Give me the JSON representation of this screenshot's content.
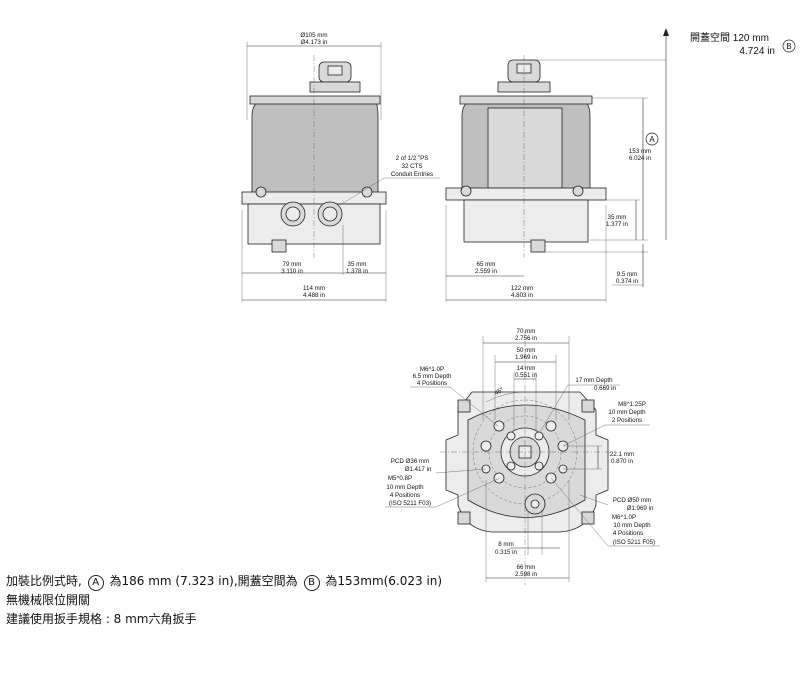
{
  "side_view": {
    "dia_mm": "Ø105 mm",
    "dia_in": "Ø4.173 in",
    "conduit_1": "2 of 1/2 \"PS",
    "conduit_2": "32 CTS",
    "conduit_3": "Conduit Entries",
    "w79_mm": "79 mm",
    "w79_in": "3.110 in",
    "w35_mm": "35 mm",
    "w35_in": "1.378 in",
    "w114_mm": "114 mm",
    "w114_in": "4.488 in"
  },
  "front_view": {
    "clearance_label": "開蓋空間 120 mm",
    "clearance_in": "4.724 in",
    "clearance_marker": "B",
    "height_marker": "A",
    "h153_mm": "153 mm",
    "h153_in": "6.024 in",
    "h35_mm": "35 mm",
    "h35_in": "1.377 in",
    "h9_mm": "9.5 mm",
    "h9_in": "0.374 in",
    "w65_mm": "65 mm",
    "w65_in": "2.559 in",
    "w122_mm": "122 mm",
    "w122_in": "4.803 in"
  },
  "bottom_view": {
    "w70_mm": "70 mm",
    "w70_in": "2.756 in",
    "w50_mm": "50 mm",
    "w50_in": "1.969 in",
    "w14_mm": "14 mm",
    "w14_in": "0.551 in",
    "m6_1": "M6^1.0P",
    "m6_2": "6.5 mm Depth",
    "m6_3": "4 Positions",
    "angle": "45°",
    "d17_1": "17 mm Depth",
    "d17_2": "0.669 in",
    "m8_1": "M8^1.25P",
    "m8_2": "10 mm Depth",
    "m8_3": "2 Positions",
    "d22_mm": "22.1 mm",
    "d22_in": "0.870 in",
    "pcd36_1": "PCD Ø36 mm",
    "pcd36_2": "Ø1.417 in",
    "pcd36_3": "M5^0.8P",
    "pcd36_4": "10 mm Depth",
    "pcd36_5": "4 Positions",
    "pcd36_6": "(ISO 5211 F03)",
    "pcd50_1": "PCD Ø50 mm",
    "pcd50_2": "Ø1.969 in",
    "pcd50_3": "M6^1.0P",
    "pcd50_4": "10 mm Depth",
    "pcd50_5": "4 Positions",
    "pcd50_6": "(ISO 5211 F05)",
    "w8_mm": "8 mm",
    "w8_in": "0.315 in",
    "w66_mm": "66 mm",
    "w66_in": "2.598 in"
  },
  "notes": {
    "line1_a": "加裝比例式時,",
    "marker_a": "A",
    "line1_b": "為186 mm (7.323 in),開蓋空間為",
    "marker_b": "B",
    "line1_c": "為153mm(6.023 in)",
    "line2": "無機械限位開關",
    "line3": "建議使用扳手規格 : 8 mm六角扳手"
  }
}
